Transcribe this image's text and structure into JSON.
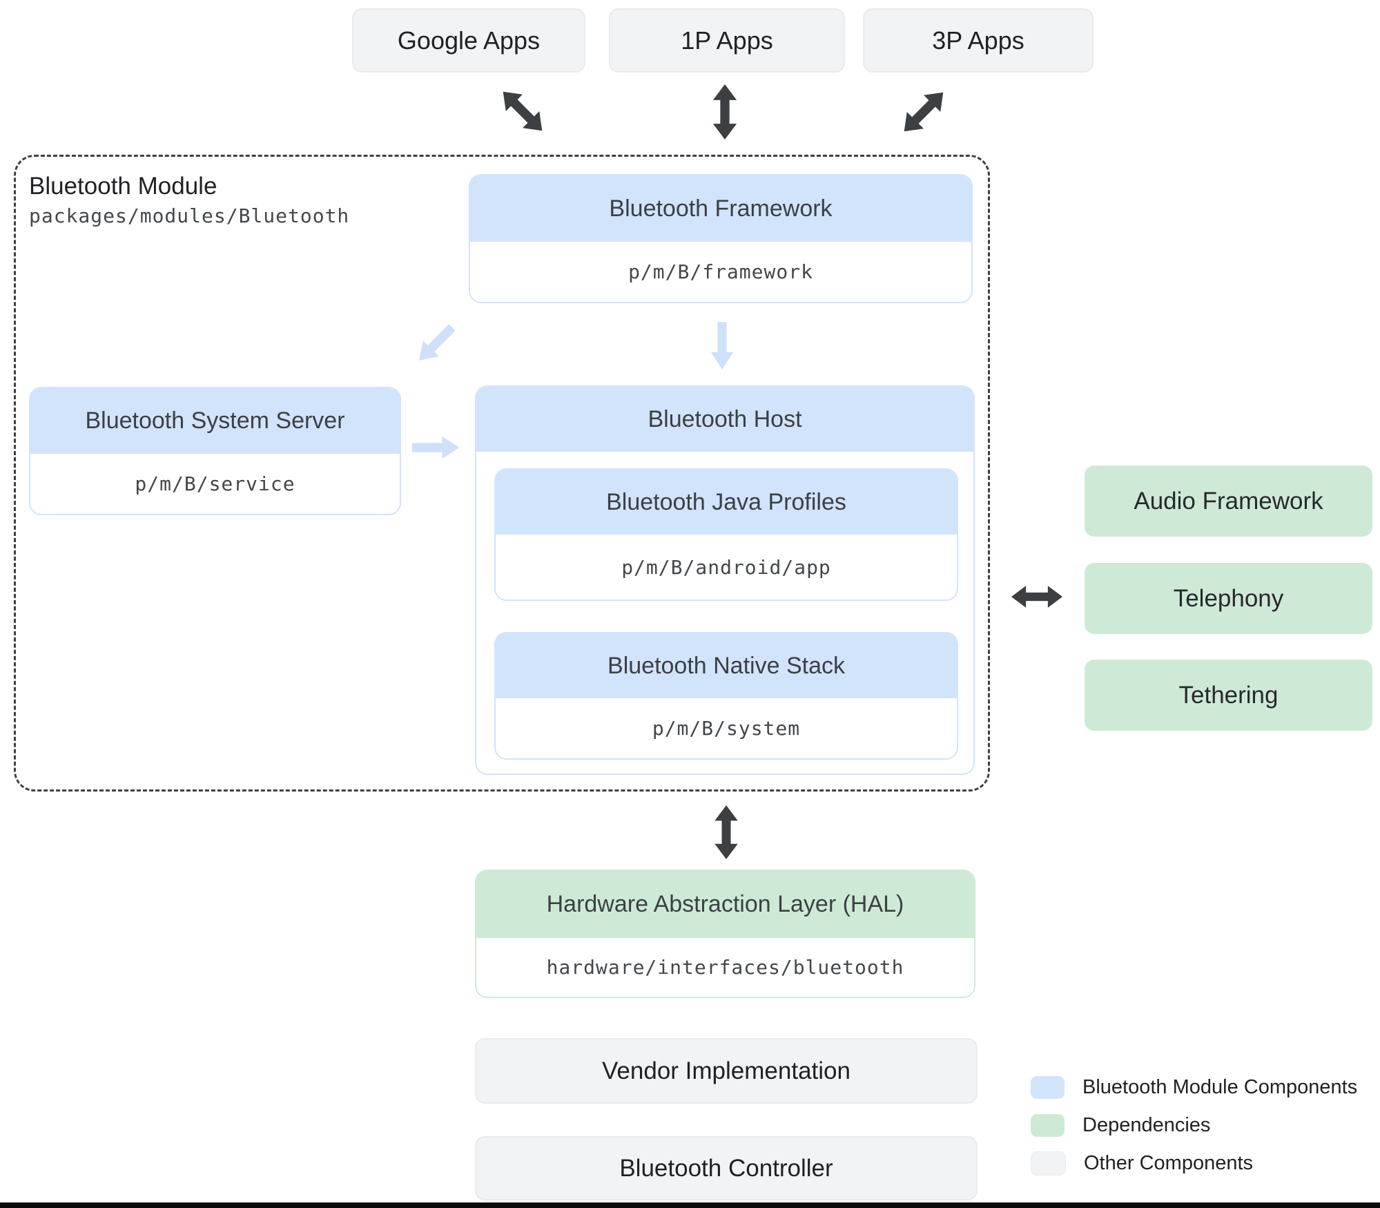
{
  "top_apps": {
    "google": "Google Apps",
    "first_party": "1P Apps",
    "third_party": "3P Apps"
  },
  "module": {
    "title": "Bluetooth Module",
    "path": "packages/modules/Bluetooth",
    "framework": {
      "title": "Bluetooth Framework",
      "path": "p/m/B/framework"
    },
    "system_server": {
      "title": "Bluetooth System Server",
      "path": "p/m/B/service"
    },
    "host": {
      "title": "Bluetooth Host",
      "java_profiles": {
        "title": "Bluetooth Java Profiles",
        "path": "p/m/B/android/app"
      },
      "native_stack": {
        "title": "Bluetooth Native Stack",
        "path": "p/m/B/system"
      }
    }
  },
  "dependencies": {
    "audio_framework": "Audio Framework",
    "telephony": "Telephony",
    "tethering": "Tethering"
  },
  "hal": {
    "title": "Hardware Abstraction Layer (HAL)",
    "path": "hardware/interfaces/bluetooth"
  },
  "other_components": {
    "vendor_implementation": "Vendor Implementation",
    "bluetooth_controller": "Bluetooth Controller"
  },
  "legend": {
    "items": [
      {
        "label": "Bluetooth Module Components",
        "color": "#d2e3fc"
      },
      {
        "label": "Dependencies",
        "color": "#ceead6"
      },
      {
        "label": "Other Components",
        "color": "#f1f3f4"
      }
    ]
  },
  "colors": {
    "module_component_fill": "#d2e3fc",
    "dependency_fill": "#ceead6",
    "other_fill": "#f1f3f4",
    "dark_arrow": "#3c4043",
    "light_arrow": "#cfe0fa",
    "background": "#ffffff"
  }
}
